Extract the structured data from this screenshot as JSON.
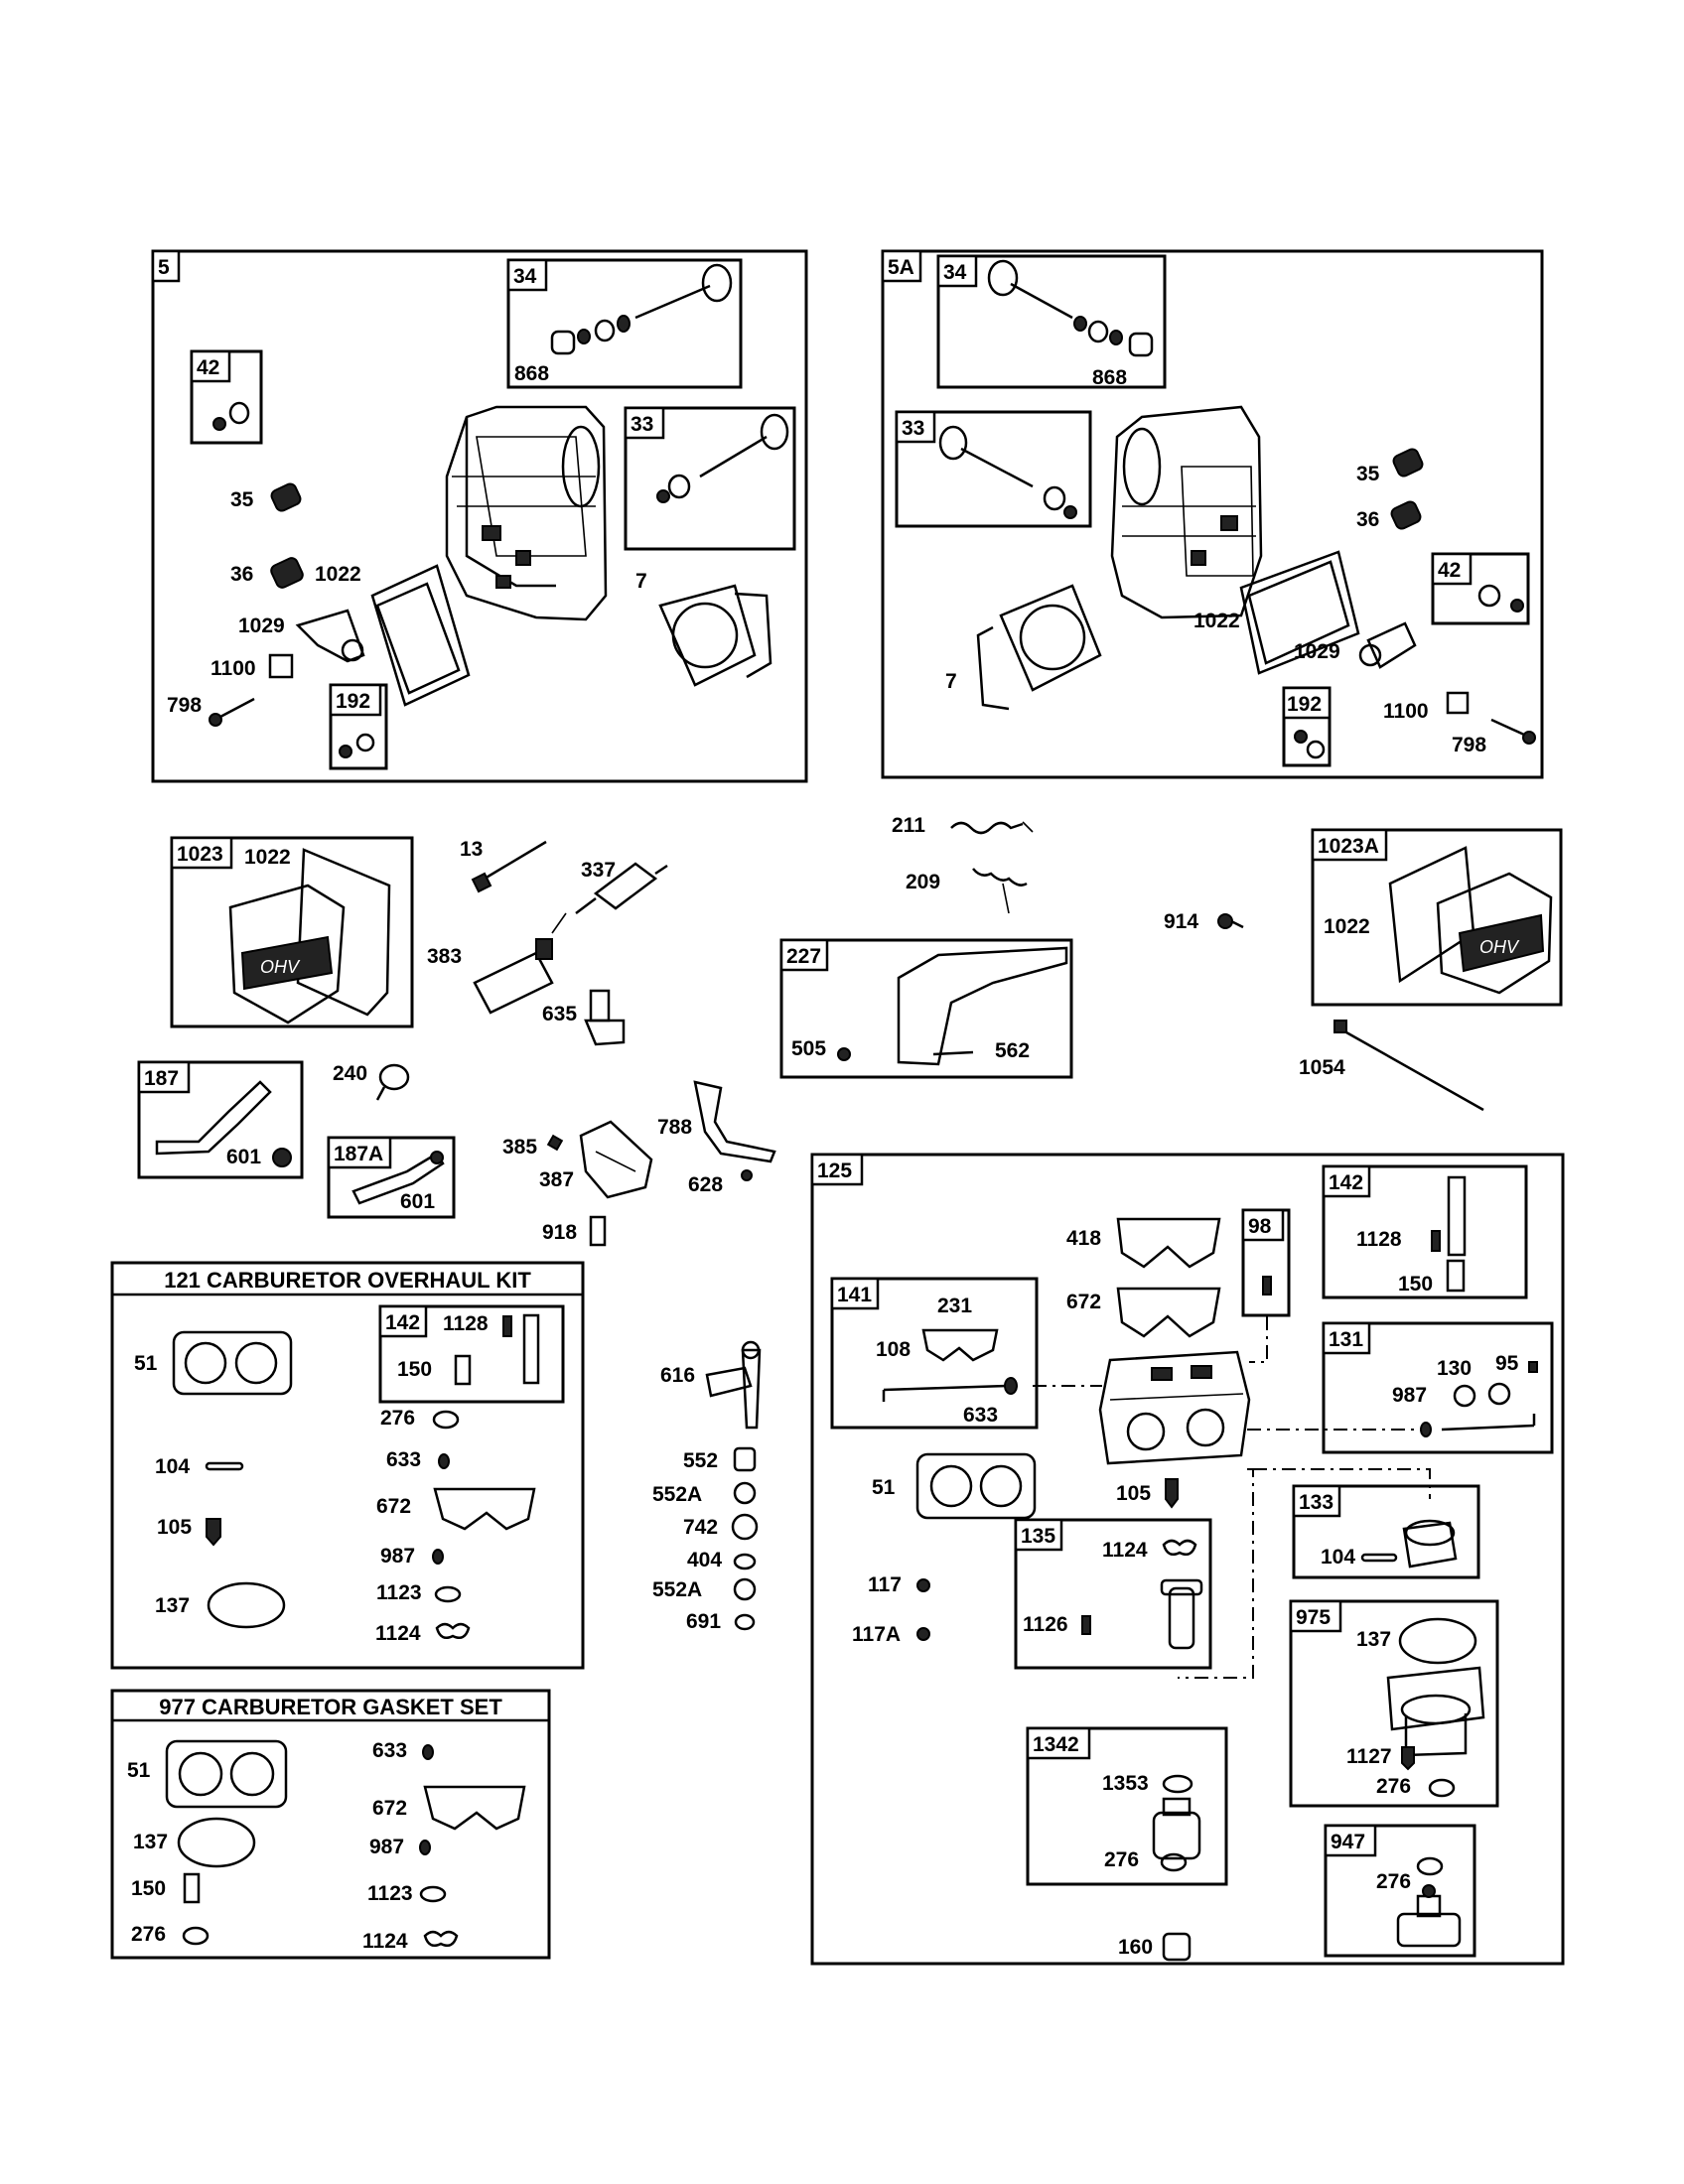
{
  "boxes": {
    "b5": "5",
    "b5_34": "34",
    "b5_42": "42",
    "b5_33": "33",
    "b5_192": "192",
    "b5A": "5A",
    "b5A_34": "34",
    "b5A_33": "33",
    "b5A_42": "42",
    "b5A_192": "192",
    "b1023": "1023",
    "b1023A": "1023A",
    "b227": "227",
    "b187": "187",
    "b187A": "187A",
    "b125": "125",
    "b141": "141",
    "b98": "98",
    "b142": "142",
    "b131": "131",
    "b133": "133",
    "b135": "135",
    "b975": "975",
    "b1342": "1342",
    "b947": "947",
    "b121_142": "142"
  },
  "kits": {
    "overhaul_title": "121 CARBURETOR OVERHAUL KIT",
    "gasket_title": "977 CARBURETOR GASKET SET"
  },
  "labels": {
    "l5_868": "868",
    "l5_35": "35",
    "l5_36": "36",
    "l5_1022": "1022",
    "l5_7": "7",
    "l5_1029": "1029",
    "l5_1100": "1100",
    "l5_798": "798",
    "l5A_868": "868",
    "l5A_35": "35",
    "l5A_36": "36",
    "l5A_1022": "1022",
    "l5A_7": "7",
    "l5A_1029": "1029",
    "l5A_1100": "1100",
    "l5A_798": "798",
    "l1023_1022": "1022",
    "l13": "13",
    "l337": "337",
    "l383": "383",
    "l635": "635",
    "l211": "211",
    "l209": "209",
    "l505": "505",
    "l562": "562",
    "l914": "914",
    "l1023A_1022": "1022",
    "l1054": "1054",
    "l187_601": "601",
    "l240": "240",
    "l187A_601": "601",
    "l385": "385",
    "l387": "387",
    "l918": "918",
    "l788": "788",
    "l628": "628",
    "k121_51": "51",
    "k121_1128": "1128",
    "k121_150": "150",
    "k121_276": "276",
    "k121_104": "104",
    "k121_633": "633",
    "k121_672": "672",
    "k121_105": "105",
    "k121_987": "987",
    "k121_137": "137",
    "k121_1123": "1123",
    "k121_1124": "1124",
    "l616": "616",
    "l552": "552",
    "l552A": "552A",
    "l742": "742",
    "l404": "404",
    "l552A_2": "552A",
    "l691": "691",
    "k977_51": "51",
    "k977_633": "633",
    "k977_672": "672",
    "k977_137": "137",
    "k977_987": "987",
    "k977_150": "150",
    "k977_1123": "1123",
    "k977_276": "276",
    "k977_1124": "1124",
    "c418": "418",
    "c672": "672",
    "c231": "231",
    "c108": "108",
    "c633": "633",
    "c51": "51",
    "c105": "105",
    "c1128": "1128",
    "c150": "150",
    "c130": "130",
    "c95": "95",
    "c987": "987",
    "c104": "104",
    "c117": "117",
    "c117A": "117A",
    "c1124": "1124",
    "c1126": "1126",
    "c137": "137",
    "c1127": "1127",
    "c975_276": "276",
    "c1353": "1353",
    "c1342_276": "276",
    "c947_276": "276",
    "c160": "160"
  }
}
